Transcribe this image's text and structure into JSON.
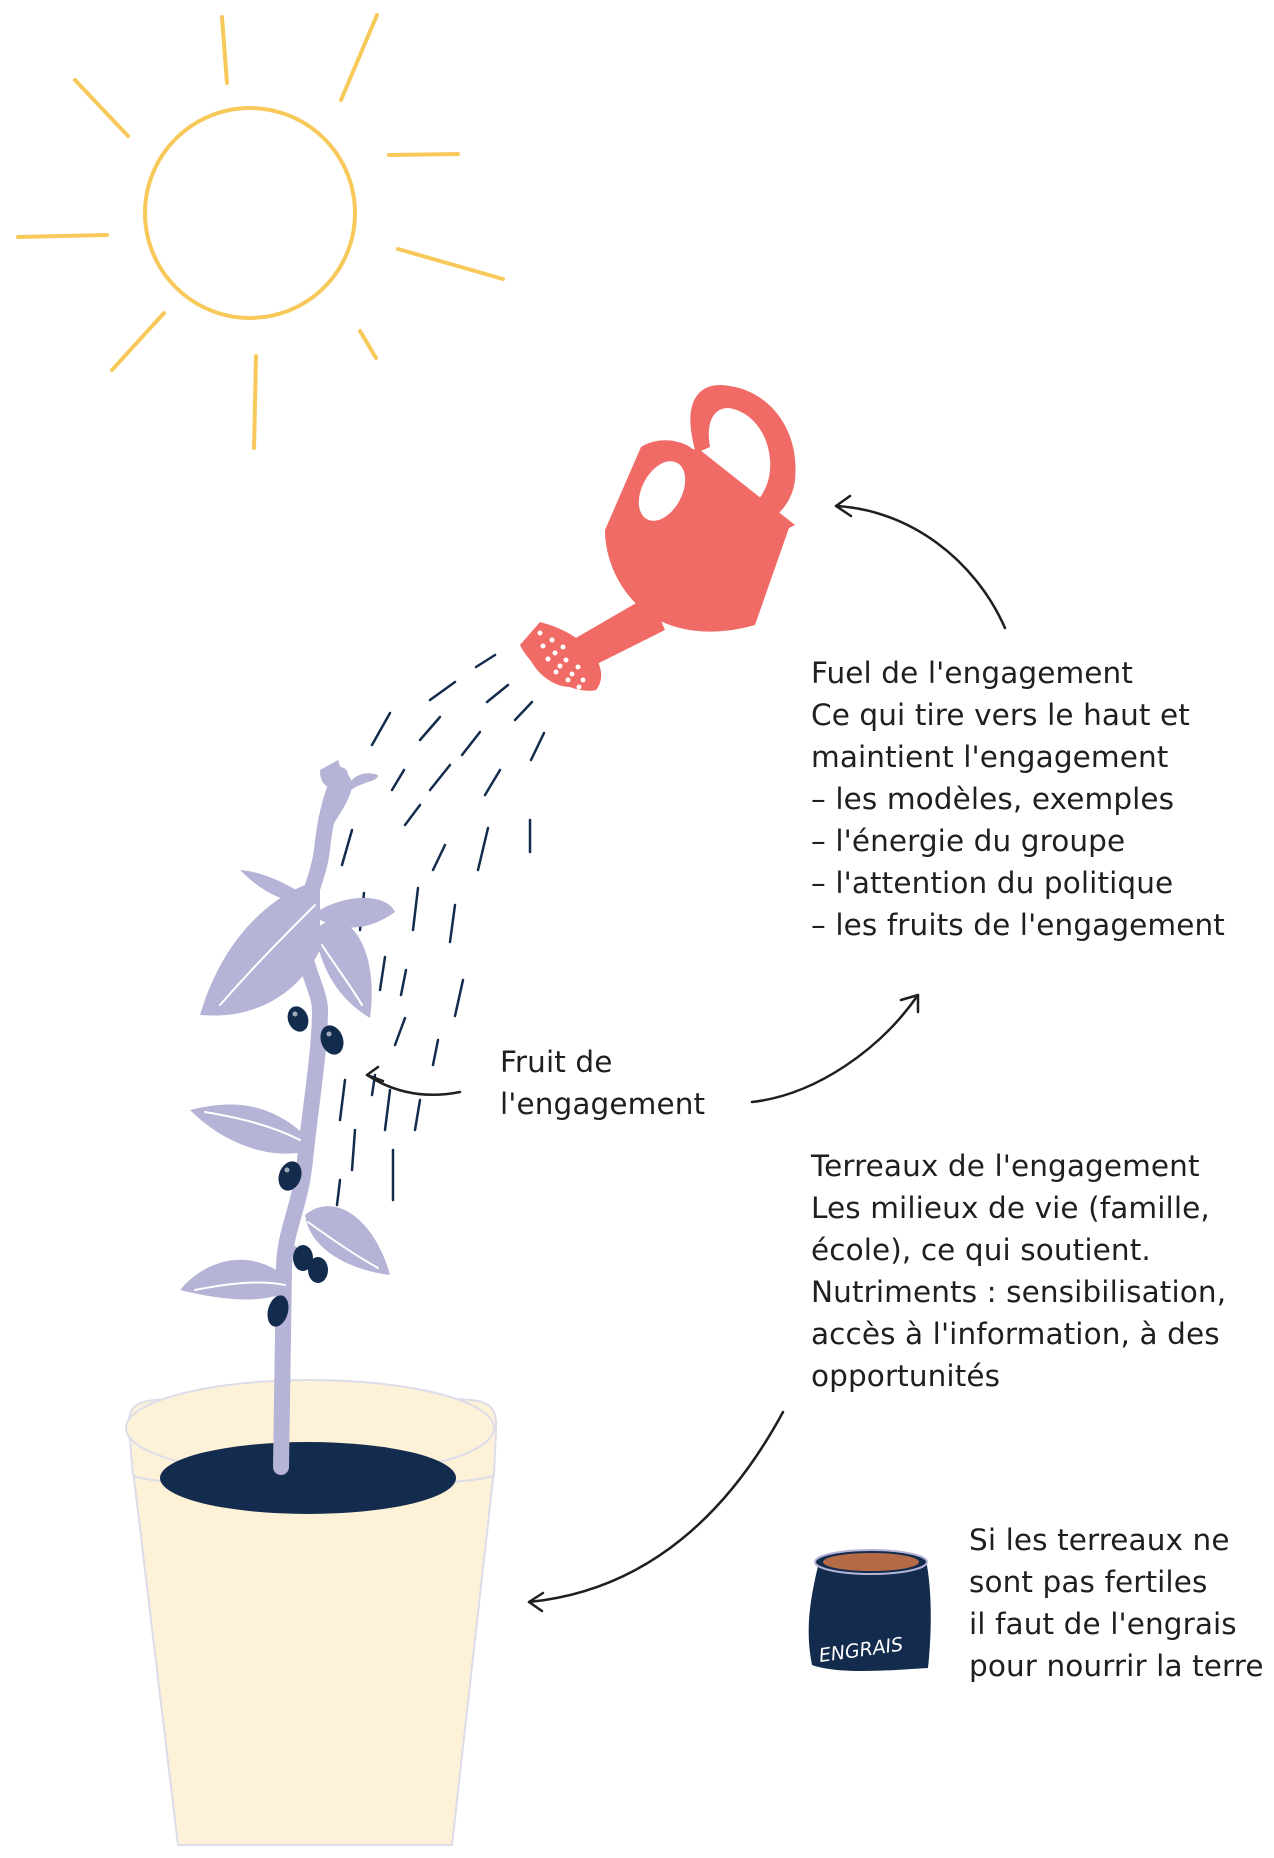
{
  "colors": {
    "sun": "#f7c95a",
    "watering_can": "#f06a66",
    "plant": "#b5b3d6",
    "berries": "#132c4e",
    "soil": "#132c4e",
    "pot": "#fdf2d8",
    "water_drops": "#132c4e",
    "fertilizer_bag": "#132c4e",
    "fertilizer_soil": "#b56a46",
    "arrows": "#1f1f1f",
    "text": "#1f1f1f"
  },
  "icons": [
    "sun-icon",
    "watering-can-icon",
    "plant-icon",
    "flower-pot-icon",
    "fertilizer-bag-icon",
    "arrow-icon"
  ],
  "fuel": {
    "title": "Fuel de l'engagement",
    "lines": [
      "Ce qui tire vers le haut et",
      "maintient l'engagement",
      "– les modèles, exemples",
      "– l'énergie du groupe",
      "– l'attention du politique",
      "– les fruits de l'engagement"
    ]
  },
  "fruit": {
    "lines": [
      "Fruit de",
      "l'engagement"
    ]
  },
  "terreaux": {
    "title": "Terreaux de l'engagement",
    "lines": [
      "Les milieux de vie (famille,",
      "école), ce qui soutient.",
      "Nutriments : sensibilisation,",
      "accès à l'information, à des",
      "opportunités"
    ]
  },
  "engrais": {
    "bag_label": "ENGRAIS",
    "lines": [
      "Si les terreaux ne",
      "sont pas fertiles",
      "il  faut de l'engrais",
      "pour nourrir la terre"
    ]
  }
}
